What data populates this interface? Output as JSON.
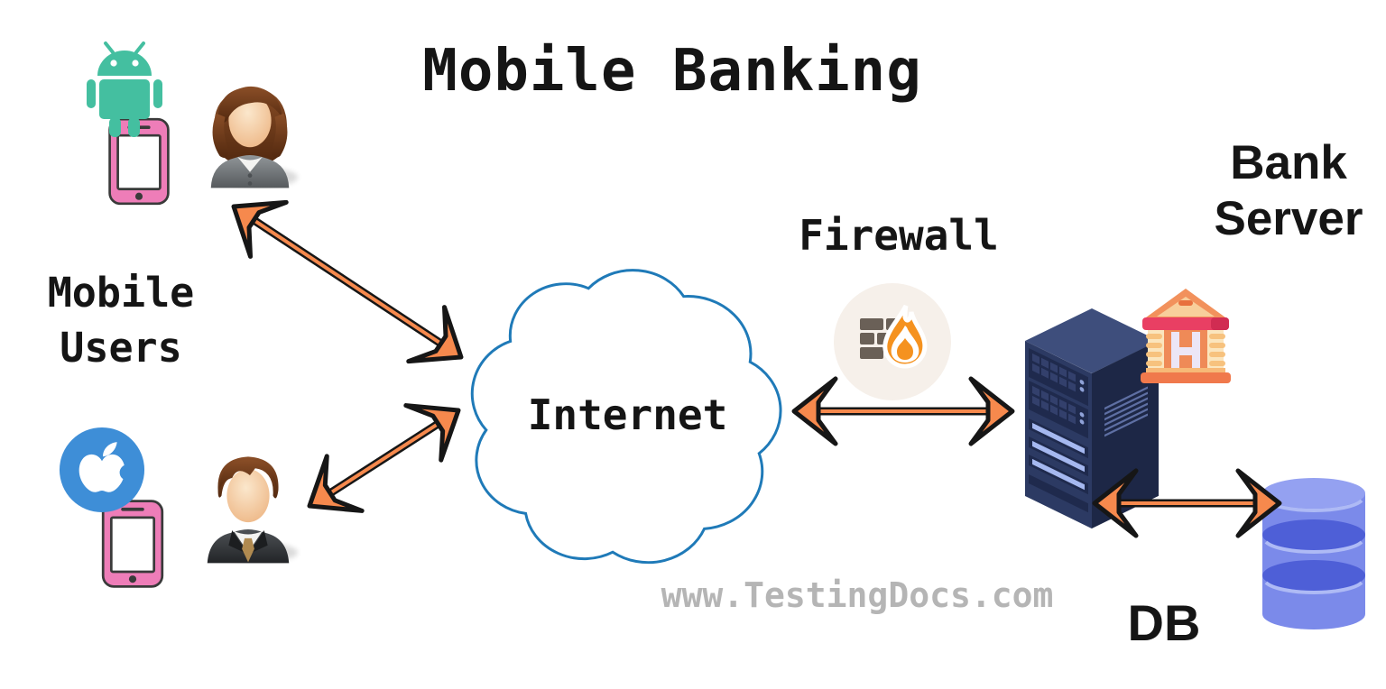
{
  "title": "Mobile Banking",
  "labels": {
    "mobile_users_line1": "Mobile",
    "mobile_users_line2": "Users",
    "internet": "Internet",
    "firewall": "Firewall",
    "bank_server_line1": "Bank",
    "bank_server_line2": "Server",
    "db": "DB"
  },
  "watermark": "www.TestingDocs.com",
  "icons": [
    "android-icon",
    "smartphone-icon",
    "woman-user-icon",
    "apple-icon",
    "man-user-icon",
    "internet-cloud",
    "firewall-icon",
    "bank-server-icon",
    "bank-building-icon",
    "database-icon",
    "double-arrow-connector"
  ],
  "colors": {
    "text_color": "#151515",
    "watermark_gray": "#B5B5B5",
    "arrow_fill": "#F6894D",
    "arrow_stroke": "#161616",
    "cloud_stroke": "#1F7AB8",
    "android_green": "#44BFA0",
    "phone_pink": "#EE7DB8",
    "apple_blue": "#3E8ED7",
    "firewall_bg": "#F6F0EA",
    "brick_gray": "#6A6057",
    "flame_orange": "#F5921F",
    "server_navy": "#2C3A63",
    "db_blue": "#7B8AEA",
    "db_blue_dark": "#4E5FD7",
    "building_orange": "#F2915C",
    "building_red": "#E93F63",
    "suit_gray": "#7E8487",
    "suit_dark": "#3A3D41",
    "hair_brown": "#6F3D1E",
    "skin": "#F9DDBE",
    "tie_tan": "#B08A50"
  }
}
